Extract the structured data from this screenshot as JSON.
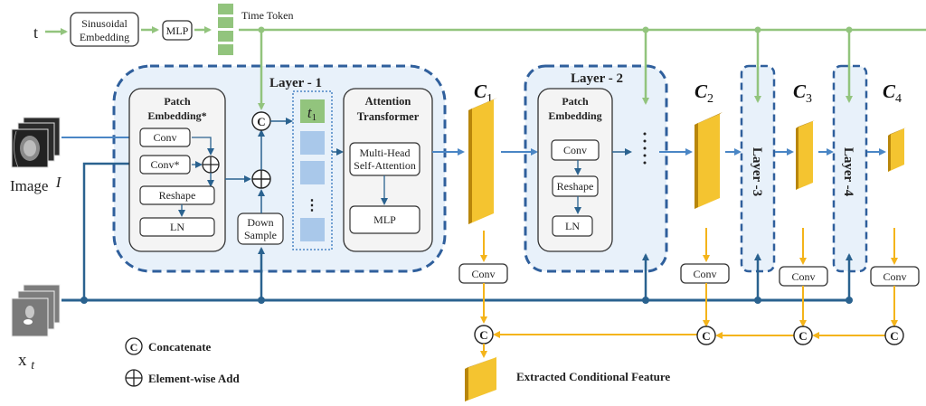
{
  "time_branch": {
    "input_label": "t",
    "sinusoidal_line1": "Sinusoidal",
    "sinusoidal_line2": "Embedding",
    "mlp": "MLP",
    "time_token_label": "Time Token"
  },
  "inputs": {
    "image_label": "Image",
    "image_symbol": "I",
    "xt_label": "x",
    "xt_sub": "t"
  },
  "layer1": {
    "title": "Layer - 1",
    "patch_embed_title1": "Patch",
    "patch_embed_title2": "Embedding*",
    "conv": "Conv",
    "conv_star": "Conv*",
    "reshape": "Reshape",
    "ln": "LN",
    "downsample1": "Down",
    "downsample2": "Sample",
    "concat_symbol": "C",
    "token_t": "t",
    "token_sub": "1",
    "token_dots": "⋮",
    "attn_title1": "Attention",
    "attn_title2": "Transformer",
    "mhsa1": "Multi-Head",
    "mhsa2": "Self-Attention",
    "mlp": "MLP"
  },
  "layer2": {
    "title": "Layer - 2",
    "patch_embed_title1": "Patch",
    "patch_embed_title2": "Embedding",
    "conv": "Conv",
    "reshape": "Reshape",
    "ln": "LN",
    "dots": "⋮"
  },
  "layer3": {
    "title": "Layer -3"
  },
  "layer4": {
    "title": "Layer -4"
  },
  "features": [
    {
      "label": "C",
      "sub": "1"
    },
    {
      "label": "C",
      "sub": "2"
    },
    {
      "label": "C",
      "sub": "3"
    },
    {
      "label": "C",
      "sub": "4"
    }
  ],
  "feature_convs": [
    "Conv",
    "Conv",
    "Conv",
    "Conv"
  ],
  "concat_symbol": "C",
  "output_label": "Extracted Conditional Feature",
  "legend": {
    "concat_symbol": "C",
    "concat_label": "Concatenate",
    "add_label": "Element-wise Add"
  },
  "colors": {
    "time_green": "#92c47d",
    "flow_blue": "#4a86c5",
    "dark_blue": "#2a628f",
    "dashed_blue": "#2f5f9c",
    "layer_fill": "#e8f1fa",
    "feature_yellow": "#f4c430",
    "feature_shade": "#b8860b",
    "token_blue": "#a9c8ea"
  }
}
